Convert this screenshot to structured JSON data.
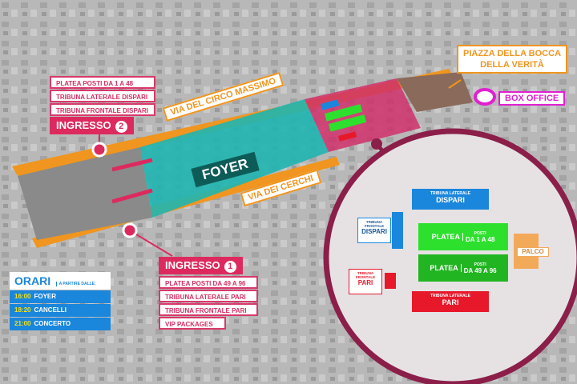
{
  "map": {
    "foyer_label": "FOYER",
    "roads": {
      "circo_massimo": "VIA DEL CIRCO MASSIMO",
      "cerchi": "VIA DEI CERCHI"
    },
    "piazza": {
      "line1": "PIAZZA DELLA BOCCA",
      "line2": "DELLA VERITÀ"
    },
    "box_office": "BOX OFFICE"
  },
  "ingresso2": {
    "label": "INGRESSO",
    "number": "2",
    "items": [
      "PLATEA POSTI DA 1 A 48",
      "TRIBUNA LATERALE DISPARI",
      "TRIBUNA FRONTALE DISPARI"
    ]
  },
  "ingresso1": {
    "label": "INGRESSO",
    "number": "1",
    "items": [
      "PLATEA POSTI DA 49 A 96",
      "TRIBUNA LATERALE PARI",
      "TRIBUNA FRONTALE PARI",
      "VIP PACKAGES"
    ]
  },
  "orari": {
    "title": "ORARI",
    "subtitle": "A PARTIRE DALLE:",
    "rows": [
      {
        "time": "16:00",
        "label": "FOYER"
      },
      {
        "time": "18:20",
        "label": "CANCELLI"
      },
      {
        "time": "21:00",
        "label": "CONCERTO"
      }
    ]
  },
  "seating": {
    "lat_dispari": {
      "top": "TRIBUNA LATERALE",
      "main": "DISPARI"
    },
    "front_dispari": {
      "l1": "TRIBUNA",
      "l2": "FRONTALE",
      "main": "DISPARI"
    },
    "platea1": {
      "main": "PLATEA",
      "top": "POSTI",
      "sub": "DA 1 A 48"
    },
    "platea2": {
      "main": "PLATEA",
      "top": "POSTI",
      "sub": "DA 49 A 96"
    },
    "palco": "PALCO",
    "front_pari": {
      "l1": "TRIBUNA",
      "l2": "FRONTALE",
      "main": "PARI"
    },
    "lat_pari": {
      "top": "TRIBUNA LATERALE",
      "main": "PARI"
    }
  },
  "colors": {
    "pink": "#dd2a5e",
    "teal": "#1fb5b0",
    "orange": "#f0951f",
    "blue": "#1a86dc",
    "green": "#2ee02e",
    "maroon": "#8b1f4a",
    "magenta": "#e020d0"
  }
}
